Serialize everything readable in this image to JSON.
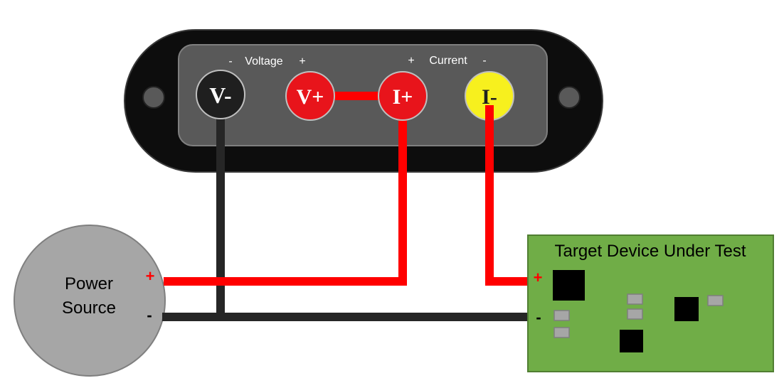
{
  "meter": {
    "voltage_minus_sign": "-",
    "voltage_label": "Voltage",
    "voltage_plus_sign": "+",
    "current_plus_sign": "+",
    "current_label": "Current",
    "current_minus_sign": "-",
    "terminals": [
      {
        "label": "V-",
        "color": "#1f1f1f"
      },
      {
        "label": "V+",
        "color": "#e8141b"
      },
      {
        "label": "I+",
        "color": "#e8141b"
      },
      {
        "label": "I-",
        "color": "#f7f01e"
      }
    ]
  },
  "power_source": {
    "line1": "Power",
    "line2": "Source",
    "plus": "+",
    "minus": "-"
  },
  "device": {
    "title": "Target Device Under Test",
    "plus": "+",
    "minus": "-",
    "board_color": "#70ad47"
  },
  "colors": {
    "red_wire": "#ff0000",
    "black_wire": "#262626",
    "meter_body": "#0d0d0d",
    "meter_panel": "#595959",
    "source_fill": "#a6a6a6"
  }
}
